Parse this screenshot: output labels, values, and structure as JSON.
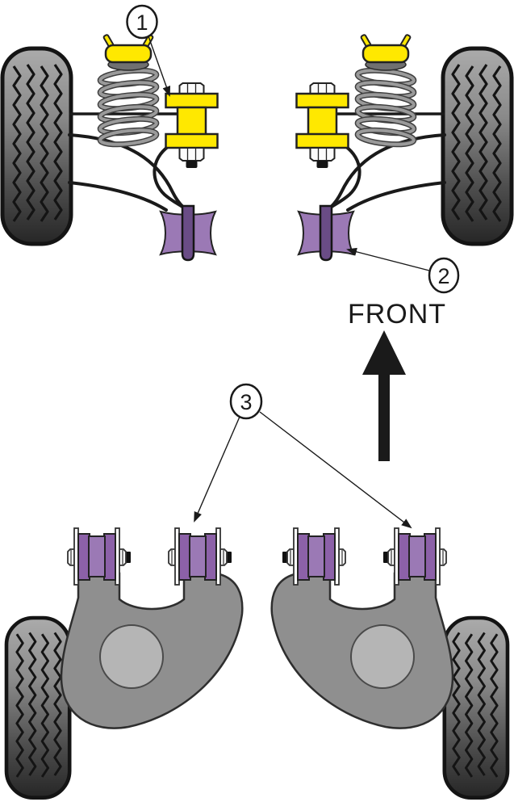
{
  "diagram": {
    "direction_label": "FRONT",
    "callouts": [
      {
        "number": "1",
        "points_to": "yellow-front-arm-bush-assembly"
      },
      {
        "number": "2",
        "points_to": "purple-anti-roll-bar-bush"
      },
      {
        "number": "3",
        "points_to": "purple-rear-arm-bushes"
      }
    ],
    "colors": {
      "bush_yellow": "#FFE800",
      "bush_purple": "#9B79B5",
      "bush_purple_dark": "#8C61A8",
      "bush_purple_deep": "#6A4C86",
      "arm_gray": "#8F8F8F",
      "arm_hole_gray": "#B5B5B5",
      "outline": "#1A1A1A"
    }
  }
}
